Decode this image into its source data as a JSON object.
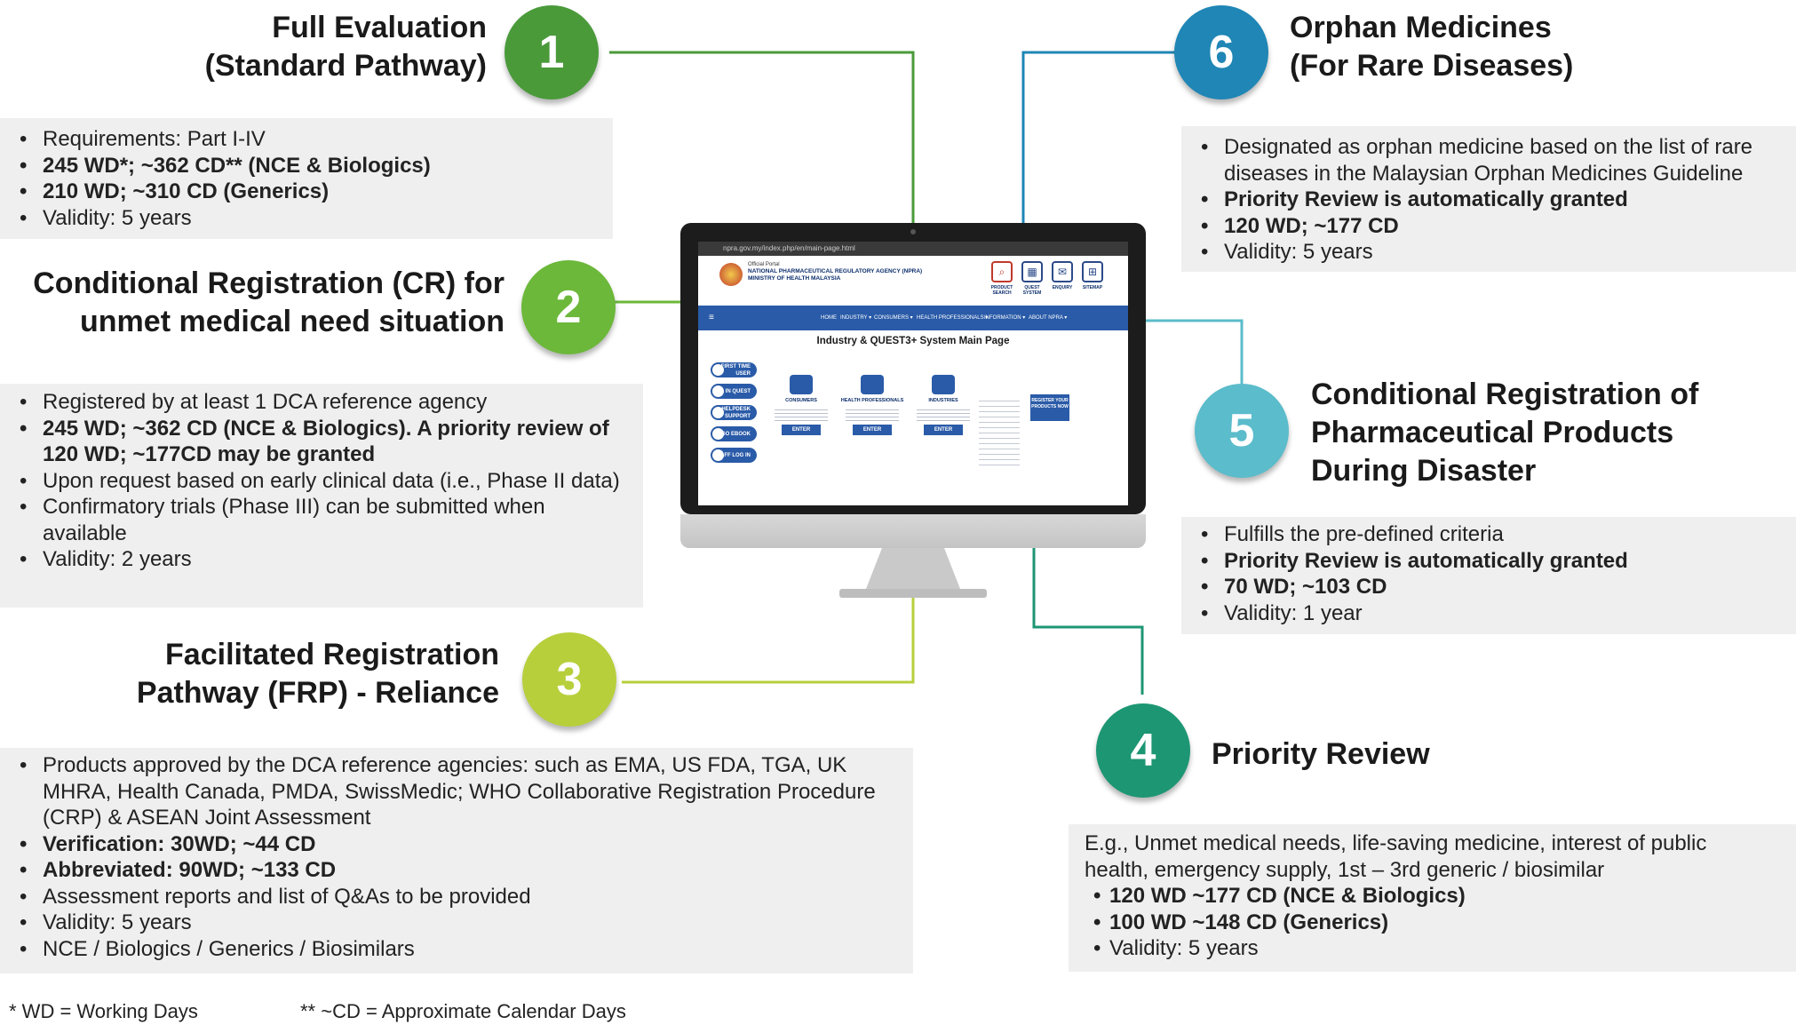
{
  "colors": {
    "step1": "#4a9a3a",
    "step2": "#6cb83a",
    "step3": "#b7cf3b",
    "step4": "#1d9673",
    "step5": "#5bbccb",
    "step6": "#1f86b5",
    "box_bg": "#efefef"
  },
  "pathways": [
    {
      "number": "1",
      "title_lines": [
        "Full Evaluation",
        "(Standard Pathway)"
      ],
      "items": [
        {
          "text": "Requirements: Part I-IV",
          "bold": false
        },
        {
          "text": "245 WD*; ~362 CD** (NCE & Biologics)",
          "bold": true
        },
        {
          "text": "210 WD; ~310 CD (Generics)",
          "bold": true
        },
        {
          "text": "Validity: 5 years",
          "bold": false
        }
      ]
    },
    {
      "number": "2",
      "title_lines": [
        "Conditional Registration (CR) for",
        "unmet medical need situation"
      ],
      "items": [
        {
          "text": "Registered by at least 1 DCA reference agency",
          "bold": false
        },
        {
          "text": "245 WD; ~362 CD (NCE & Biologics). A priority review of 120 WD; ~177CD may  be granted",
          "bold": true
        },
        {
          "text": "Upon request based on early clinical data (i.e., Phase II data)",
          "bold": false
        },
        {
          "text": "Confirmatory trials (Phase III) can be submitted when available",
          "bold": false
        },
        {
          "text": "Validity: 2 years",
          "bold": false
        }
      ]
    },
    {
      "number": "3",
      "title_lines": [
        "Facilitated Registration",
        "Pathway (FRP) - Reliance"
      ],
      "items": [
        {
          "text": "Products approved by the DCA reference agencies: such as EMA, US FDA, TGA, UK MHRA, Health Canada, PMDA, SwissMedic; WHO Collaborative Registration Procedure (CRP) & ASEAN Joint Assessment",
          "bold": false
        },
        {
          "text": "Verification: 30WD; ~44 CD",
          "bold": true
        },
        {
          "text": "Abbreviated: 90WD; ~133 CD",
          "bold": true
        },
        {
          "text": "Assessment reports and list of Q&As to be provided",
          "bold": false
        },
        {
          "text": "Validity: 5 years",
          "bold": false
        },
        {
          "text": "NCE / Biologics / Generics / Biosimilars",
          "bold": false
        }
      ]
    },
    {
      "number": "4",
      "title_lines": [
        "Priority Review"
      ],
      "lead": "E.g., Unmet medical needs, life-saving medicine, interest of public health, emergency supply, 1st – 3rd  generic / biosimilar",
      "items": [
        {
          "text": "120 WD ~177 CD (NCE & Biologics)",
          "bold": true
        },
        {
          "text": "100 WD ~148 CD (Generics)",
          "bold": true
        },
        {
          "text": "Validity: 5 years",
          "bold": false
        }
      ]
    },
    {
      "number": "5",
      "title_lines": [
        "Conditional Registration of",
        "Pharmaceutical Products",
        "During Disaster"
      ],
      "items": [
        {
          "text": "Fulfills the pre-defined criteria",
          "bold": false
        },
        {
          "text": "Priority Review is automatically granted",
          "bold": true
        },
        {
          "text": "70 WD; ~103 CD",
          "bold": true
        },
        {
          "text": "Validity: 1 year",
          "bold": false
        }
      ]
    },
    {
      "number": "6",
      "title_lines": [
        "Orphan Medicines",
        "(For Rare Diseases)"
      ],
      "items": [
        {
          "text": "Designated as orphan medicine based on the list of rare diseases in the Malaysian Orphan Medicines Guideline",
          "bold": false
        },
        {
          "text": "Priority Review is automatically granted",
          "bold": true
        },
        {
          "text": "120 WD; ~177 CD",
          "bold": true
        },
        {
          "text": "Validity: 5 years",
          "bold": false
        }
      ]
    }
  ],
  "footnotes": {
    "wd": "* WD = Working Days",
    "cd": "** ~CD = Approximate Calendar Days"
  },
  "screen": {
    "url": "npra.gov.my/index.php/en/main-page.html",
    "portal_label": "Official Portal",
    "agency_line1": "NATIONAL PHARMACEUTICAL REGULATORY AGENCY (NPRA)",
    "agency_line2": "MINISTRY OF HEALTH MALAYSIA",
    "header_icons": [
      "PRODUCT SEARCH",
      "QUEST SYSTEM",
      "ENQUIRY",
      "SITEMAP"
    ],
    "nav_items": [
      "HOME",
      "INDUSTRY ▾",
      "CONSUMERS ▾",
      "HEALTH PROFESSIONALS ▾",
      "INFORMATION ▾",
      "ABOUT NPRA ▾"
    ],
    "page_heading": "Industry & QUEST3+ System Main Page",
    "side_buttons": [
      "FIRST TIME USER",
      "LOG IN QUEST",
      "HELPDESK SUPPORT",
      "ORGO EBOOK",
      "STAFF LOG IN"
    ],
    "cards": [
      {
        "title": "CONSUMERS",
        "button": "ENTER"
      },
      {
        "title": "HEALTH PROFESSIONALS",
        "button": "ENTER"
      },
      {
        "title": "INDUSTRIES",
        "button": "ENTER"
      }
    ],
    "register_button": "REGISTER YOUR PRODUCTS NOW"
  }
}
